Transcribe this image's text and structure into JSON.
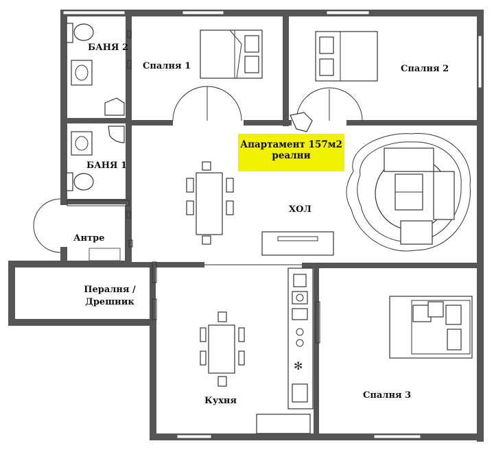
{
  "title_note": {
    "line1": "Апартамент 157м2",
    "line2": "реални",
    "highlight": "#f2f200"
  },
  "rooms": {
    "bath2": "БАНЯ 2",
    "bedroom1": "Спалня 1",
    "bedroom2": "Спалня 2",
    "bath1": "БАНЯ 1",
    "hall": "ХОЛ",
    "entry": "Антре",
    "laundry_line1": "Пералня /",
    "laundry_line2": "Дрешник",
    "kitchen": "Кухня",
    "bedroom3": "Спалня 3"
  },
  "colors": {
    "wall": "#555555",
    "line": "#333333"
  }
}
